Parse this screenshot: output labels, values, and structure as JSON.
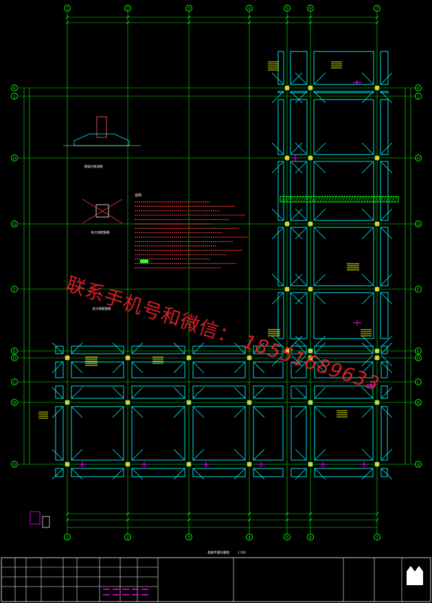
{
  "drawing": {
    "axis_columns": [
      "1",
      "2",
      "3",
      "4",
      "5",
      "6",
      "7"
    ],
    "axis_rows_right": [
      "K",
      "J",
      "H",
      "G",
      "F",
      "E",
      "D",
      "C",
      "B",
      "A"
    ],
    "axis_rows_left": [
      "K",
      "J",
      "H",
      "G",
      "F",
      "E",
      "D",
      "C",
      "B",
      "A"
    ],
    "notes_title": "说明",
    "detail_caption_1": "基础大样详图",
    "detail_caption_2": "柱大样配筋图",
    "detail_caption_3": "柱大样配筋图",
    "plan_title": "基础平面布置图",
    "scale_label": "1:100"
  },
  "watermark": {
    "cn_text": "联系手机号和微信：",
    "phone": "18551689633"
  },
  "colors": {
    "background": "#000000",
    "grid": "#00ff00",
    "beam": "#00ffff",
    "text": "#ffffff",
    "note_text": "#ff3333",
    "rebar": "#ff00ff",
    "dim": "#ffff00",
    "watermark": "#e8232a"
  }
}
